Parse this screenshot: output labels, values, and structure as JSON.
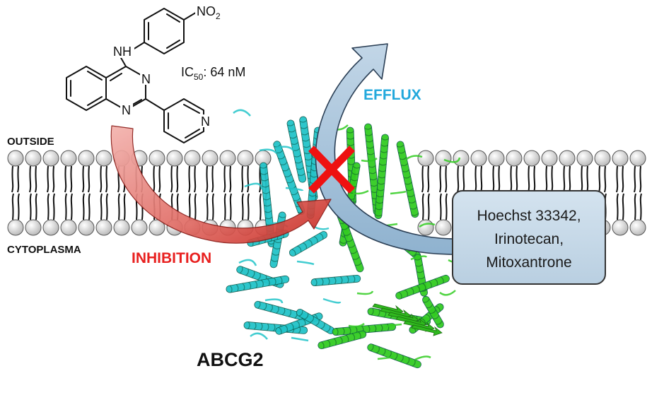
{
  "labels": {
    "outside": "OUTSIDE",
    "cytoplasma": "CYTOPLASMA",
    "inhibition": "INHIBITION",
    "efflux": "EFFLUX",
    "protein": "ABCG2"
  },
  "molecule": {
    "nitro_group": "NO",
    "nitro_sub": "2",
    "amine": "NH",
    "ring_n1": "N",
    "ring_n2": "N",
    "pyridine_n": "N",
    "ic50_prefix": "IC",
    "ic50_sub": "50",
    "ic50_value": ": 64 nM"
  },
  "substrates": {
    "line1": "Hoechst 33342,",
    "line2": "Irinotecan,",
    "line3": "Mitoxantrone"
  },
  "colors": {
    "inhibition": "#e8201f",
    "efflux": "#22a8dc",
    "chain_a": "#23c4c9",
    "chain_b": "#33cc22",
    "cross": "#ee1111",
    "box_fill": "#c9dcea",
    "box_stroke": "#333333"
  }
}
